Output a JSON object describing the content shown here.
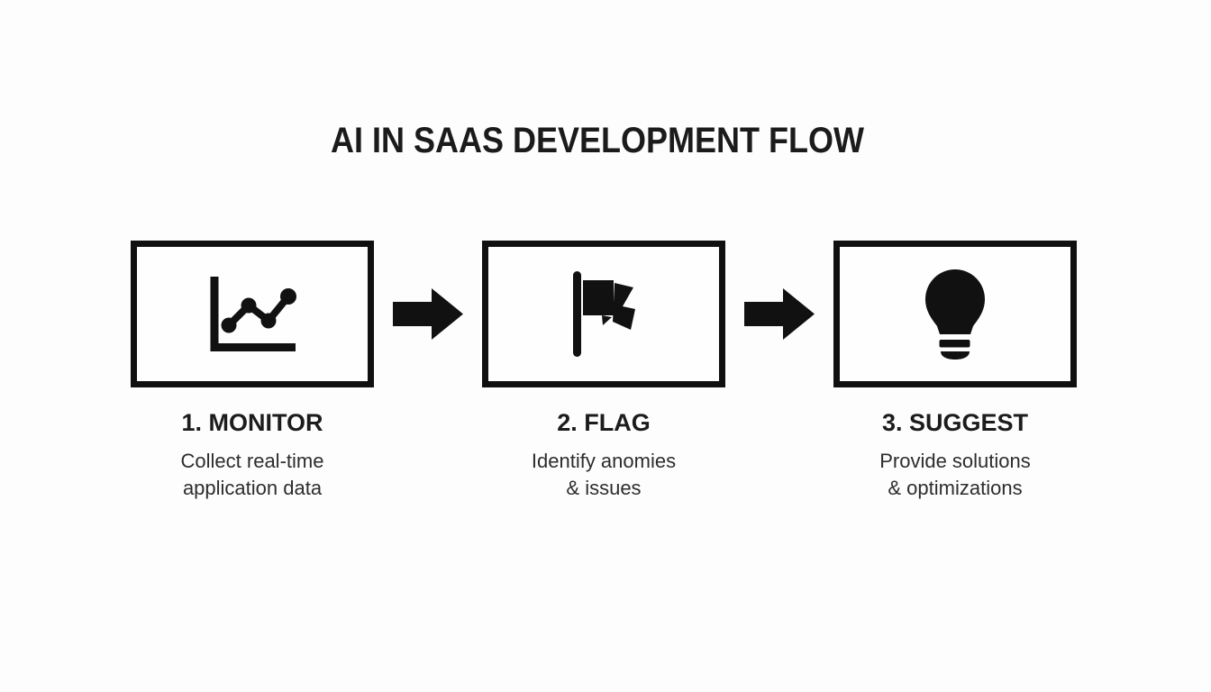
{
  "title": "AI IN SAAS DEVELOPMENT FLOW",
  "colors": {
    "ink": "#111111",
    "box_border": "#101010",
    "heading_text": "#1c1c1c",
    "body_text": "#2d2d2d",
    "background": "#fdfdfd"
  },
  "steps": [
    {
      "heading": "1. MONITOR",
      "description": [
        "Collect real-time",
        "application data"
      ],
      "icon": "line-chart-icon"
    },
    {
      "heading": "2. FLAG",
      "description": [
        "Identify anomies",
        "& issues"
      ],
      "icon": "flag-icon"
    },
    {
      "heading": "3. SUGGEST",
      "description": [
        "Provide solutions",
        "& optimizations"
      ],
      "icon": "lightbulb-icon"
    }
  ],
  "arrows": [
    {
      "icon": "right-arrow-icon"
    },
    {
      "icon": "right-arrow-icon"
    }
  ]
}
